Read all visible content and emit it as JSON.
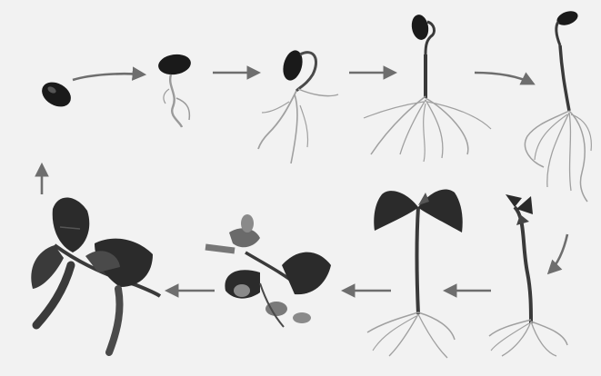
{
  "diagram": {
    "kind": "plant life cycle",
    "style": "grayscale illustration",
    "colors": {
      "background": "#f2f2f2",
      "arrow": "#6e6e6e",
      "seed": "#1a1a1a",
      "stem": "#3a3a3a",
      "root": "#9a9a9a",
      "leaf": "#2b2b2b",
      "leaf_light": "#6a6a6a"
    },
    "stages": [
      "seed",
      "seed-with-radicle",
      "germinating-seed",
      "sprout-hook",
      "young-shoot",
      "seedling-first-leaves",
      "seedling-two-leaves",
      "flowering-plant",
      "mature-plant-with-pods"
    ]
  }
}
